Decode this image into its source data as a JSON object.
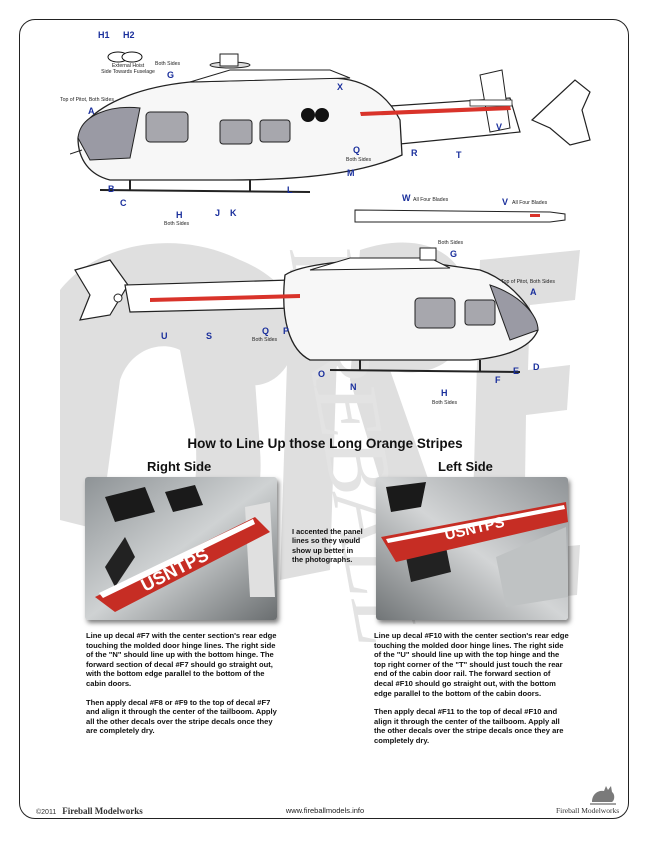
{
  "diagram_top": {
    "hoist_labels": [
      "H1",
      "H2"
    ],
    "hoist_note_line1": "External Hoist",
    "hoist_note_line2": "Side Towards Fuselage",
    "note_both_sides_g": "Both Sides",
    "note_top_of_pitot": "Top of Pitot, Both Sides",
    "note_both_sides_q": "Both Sides",
    "note_both_sides_h": "Both Sides",
    "labels": {
      "a": "A",
      "b": "B",
      "c": "C",
      "g": "G",
      "h": "H",
      "j": "J",
      "k": "K",
      "l": "L",
      "m": "M",
      "q": "Q",
      "r": "R",
      "t": "T",
      "v": "V",
      "x": "X"
    }
  },
  "diagram_blade": {
    "label_w": "W",
    "note_w": "All Four Blades",
    "label_v": "V",
    "note_v": "All Four Blades"
  },
  "diagram_bottom": {
    "note_both_sides_g": "Both Sides",
    "note_top_of_pitot": "Top of Pitot, Both Sides",
    "note_both_sides_q": "Both Sides",
    "note_both_sides_h": "Both Sides",
    "labels": {
      "a": "A",
      "d": "D",
      "e": "E",
      "f": "F",
      "g": "G",
      "h": "H",
      "n": "N",
      "o": "O",
      "p": "P",
      "q": "Q",
      "s": "S",
      "u": "U"
    }
  },
  "watermark_text": "FIREBALL",
  "section_title": "How to Line Up those Long Orange Stripes",
  "right_side": {
    "heading": "Right Side",
    "photo_text": "USNTPS",
    "para1": "Line up decal #F7 with the center section's rear edge touching the molded door hinge lines.  The right side of the \"N\" should line up with the bottom hinge.  The forward section of decal #F7 should go straight out, with the bottom edge parallel to the bottom of the cabin doors.",
    "para2": "Then apply decal #F8 or #F9 to the top of decal #F7 and align it through the center of the tailboom. Apply all the other decals over the stripe decals once they are completely dry."
  },
  "middle_note": "I accented the panel lines so they would show up better in the photographs.",
  "left_side": {
    "heading": "Left Side",
    "photo_text": "USNTPS",
    "para1": "Line up decal #F10 with the center section's rear edge touching the molded door hinge lines.  The right side of the \"U\" should line up with the top hinge and the top right corner of the \"T\" should just touch the rear end of the cabin door rail.  The forward section of decal #F10 should go straight out, with the bottom edge parallel to the bottom of the cabin doors.",
    "para2": "Then apply decal #F11 to the top of decal #F10 and align it through the center of the tailboom.  Apply all the other decals over the stripe decals once they are completely dry."
  },
  "footer": {
    "copyright": "©2011",
    "brand": "Fireball Modelworks",
    "url": "www.fireballmodels.info",
    "logo_text": "Fireball Modelworks"
  },
  "colors": {
    "label_blue": "#1a2f9c",
    "stripe_red": "#d9332a",
    "watermark_gray": "#d9d9d9"
  }
}
